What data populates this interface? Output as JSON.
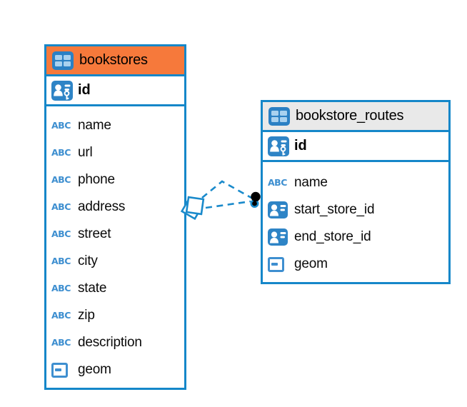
{
  "diagram": {
    "kind": "entity-relationship",
    "colors": {
      "table_border": "#1587C9",
      "bookstores_header": "#F6793B",
      "routes_header": "#E9E9E9",
      "icon_fill_blue": "#2E84C6",
      "glyph_blue": "#3E8FD0",
      "connector_blue": "#1A8ACB",
      "text": "#000000",
      "background": "#FFFFFF"
    },
    "icons": {
      "text_type_glyph": "ABC"
    },
    "tables": [
      {
        "name": "bookstores",
        "header_style": "orange",
        "columns": [
          {
            "name": "id",
            "type": "primary-key"
          },
          {
            "name": "name",
            "type": "text"
          },
          {
            "name": "url",
            "type": "text"
          },
          {
            "name": "phone",
            "type": "text"
          },
          {
            "name": "address",
            "type": "text"
          },
          {
            "name": "street",
            "type": "text"
          },
          {
            "name": "city",
            "type": "text"
          },
          {
            "name": "state",
            "type": "text"
          },
          {
            "name": "zip",
            "type": "text"
          },
          {
            "name": "description",
            "type": "text"
          },
          {
            "name": "geom",
            "type": "geometry"
          }
        ]
      },
      {
        "name": "bookstore_routes",
        "header_style": "gray",
        "columns": [
          {
            "name": "id",
            "type": "primary-key"
          },
          {
            "name": "name",
            "type": "text"
          },
          {
            "name": "start_store_id",
            "type": "reference"
          },
          {
            "name": "end_store_id",
            "type": "reference"
          },
          {
            "name": "geom",
            "type": "geometry"
          }
        ]
      }
    ],
    "relationships": [
      {
        "from_table": "bookstores",
        "to_table": "bookstore_routes",
        "line_style": "dashed",
        "from_marker": "diamond",
        "to_marker": "dot"
      },
      {
        "from_table": "bookstores",
        "to_table": "bookstore_routes",
        "line_style": "dashed",
        "from_marker": "diamond",
        "to_marker": "dot"
      }
    ]
  }
}
